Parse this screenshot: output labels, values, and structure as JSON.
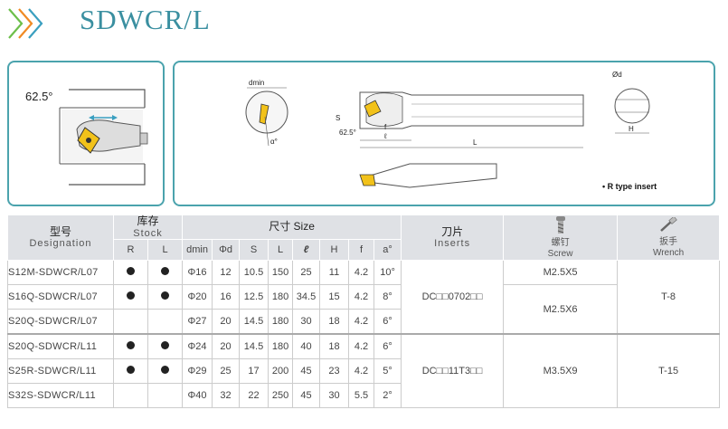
{
  "title": "SDWCR/L",
  "diagrams": {
    "left_angle": "62.5°",
    "label_dmin": "dmin",
    "label_alpha": "α°",
    "label_s": "S",
    "label_625": "62.5°",
    "label_f": "f",
    "label_l_small": "ℓ",
    "label_L": "L",
    "label_d": "Ød",
    "label_H": "H",
    "note": "• R type insert"
  },
  "table": {
    "col_model_cn": "型号",
    "col_model_en": "Designation",
    "col_stock_cn": "库存",
    "col_stock_en": "Stock",
    "col_size": "尺寸 Size",
    "col_inserts_cn": "刀片",
    "col_inserts_en": "Inserts",
    "col_screw_cn": "螺钉",
    "col_screw_en": "Screw",
    "col_wrench_cn": "扳手",
    "col_wrench_en": "Wrench",
    "sub_R": "R",
    "sub_L": "L",
    "sub_dmin": "dmin",
    "sub_d": "Φd",
    "sub_S": "S",
    "sub_Lc": "L",
    "sub_l": "ℓ",
    "sub_H": "H",
    "sub_f": "f",
    "sub_a": "a°",
    "rows": [
      {
        "designation": "S12M-SDWCR/L07",
        "r": true,
        "l": true,
        "dmin": "Φ16",
        "d": "12",
        "s": "10.5",
        "L": "150",
        "l_small": "25",
        "h": "11",
        "f": "4.2",
        "a": "10°"
      },
      {
        "designation": "S16Q-SDWCR/L07",
        "r": true,
        "l": true,
        "dmin": "Φ20",
        "d": "16",
        "s": "12.5",
        "L": "180",
        "l_small": "34.5",
        "h": "15",
        "f": "4.2",
        "a": "8°"
      },
      {
        "designation": "S20Q-SDWCR/L07",
        "r": false,
        "l": false,
        "dmin": "Φ27",
        "d": "20",
        "s": "14.5",
        "L": "180",
        "l_small": "30",
        "h": "18",
        "f": "4.2",
        "a": "6°"
      },
      {
        "designation": "S20Q-SDWCR/L11",
        "r": true,
        "l": true,
        "dmin": "Φ24",
        "d": "20",
        "s": "14.5",
        "L": "180",
        "l_small": "40",
        "h": "18",
        "f": "4.2",
        "a": "6°"
      },
      {
        "designation": "S25R-SDWCR/L11",
        "r": true,
        "l": true,
        "dmin": "Φ29",
        "d": "25",
        "s": "17",
        "L": "200",
        "l_small": "45",
        "h": "23",
        "f": "4.2",
        "a": "5°"
      },
      {
        "designation": "S32S-SDWCR/L11",
        "r": false,
        "l": false,
        "dmin": "Φ40",
        "d": "32",
        "s": "22",
        "L": "250",
        "l_small": "45",
        "h": "30",
        "f": "5.5",
        "a": "2°"
      }
    ],
    "insert_07": "DC□□0702□□",
    "insert_11": "DC□□11T3□□",
    "screw_1": "M2.5X5",
    "screw_2": "M2.5X6",
    "screw_3": "M3.5X9",
    "wrench_07": "T-8",
    "wrench_11": "T-15"
  }
}
